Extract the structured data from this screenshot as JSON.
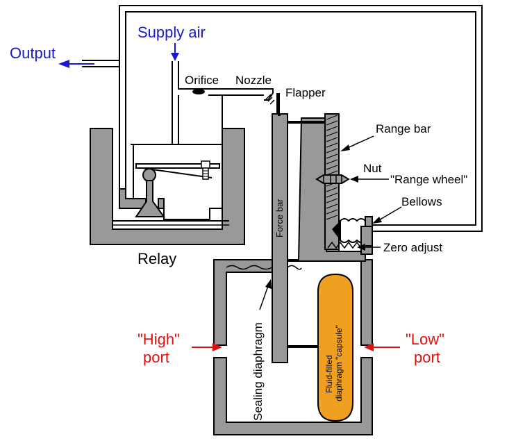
{
  "labels": {
    "output": "Output",
    "supply_air": "Supply air",
    "orifice": "Orifice",
    "nozzle": "Nozzle",
    "flapper": "Flapper",
    "range_bar": "Range bar",
    "nut": "Nut",
    "range_wheel": "\"Range wheel\"",
    "bellows": "Bellows",
    "zero_adjust": "Zero adjust",
    "relay": "Relay",
    "force_bar": "Force bar",
    "sealing_diaphragm": "Sealing diaphragm",
    "high_port_line1": "\"High\"",
    "high_port_line2": "port",
    "low_port_line1": "\"Low\"",
    "low_port_line2": "port",
    "capsule_line1": "Fluid-filled",
    "capsule_line2": "diaphragm \"capsule\""
  },
  "colors": {
    "body_gray": "#999999",
    "outline": "#000000",
    "air_label_blue": "#1a1acc",
    "port_label_red": "#e01010",
    "capsule_orange": "#f0a020"
  }
}
